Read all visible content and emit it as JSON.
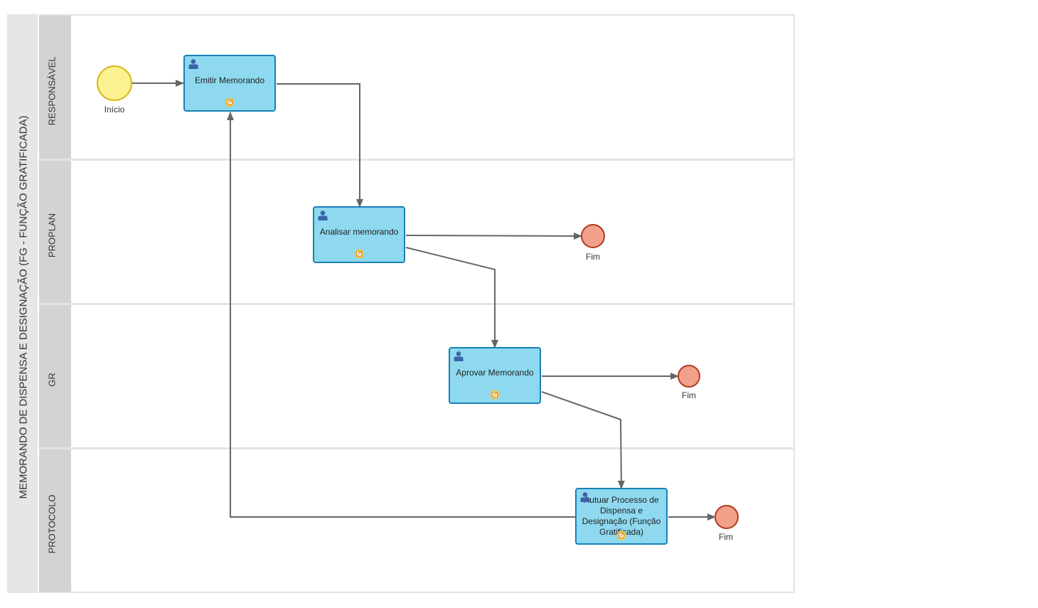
{
  "pool": {
    "title": "MEMORANDO DE DISPENSA E DESIGNAÇÃO (FG - FUNÇÃO GRATIFICADA)"
  },
  "lanes": [
    {
      "label": "RESPONSÁVEL"
    },
    {
      "label": "PROPLAN"
    },
    {
      "label": "GR"
    },
    {
      "label": "PROTOCOLO"
    }
  ],
  "events": {
    "start": {
      "label": "Início"
    },
    "end1": {
      "label": "Fim"
    },
    "end2": {
      "label": "Fim"
    },
    "end3": {
      "label": "Fim"
    }
  },
  "tasks": {
    "emitir": {
      "label": "Emitir Memorando"
    },
    "analisar": {
      "label": "Analisar memorando"
    },
    "aprovar": {
      "label": "Aprovar Memorando"
    },
    "autuar": {
      "label": "Autuar Processo de Dispensa e Designação (Função Gratificada)"
    }
  },
  "icons": {
    "task_type": "user-icon",
    "task_form": "form-icon"
  },
  "colors": {
    "task_fill": "#8ed9ef",
    "task_border": "#1a80b6",
    "start_fill": "#fbf190",
    "start_border": "#d9b511",
    "end_fill": "#f2a08a",
    "end_border": "#b03a20",
    "flow": "#666666"
  }
}
